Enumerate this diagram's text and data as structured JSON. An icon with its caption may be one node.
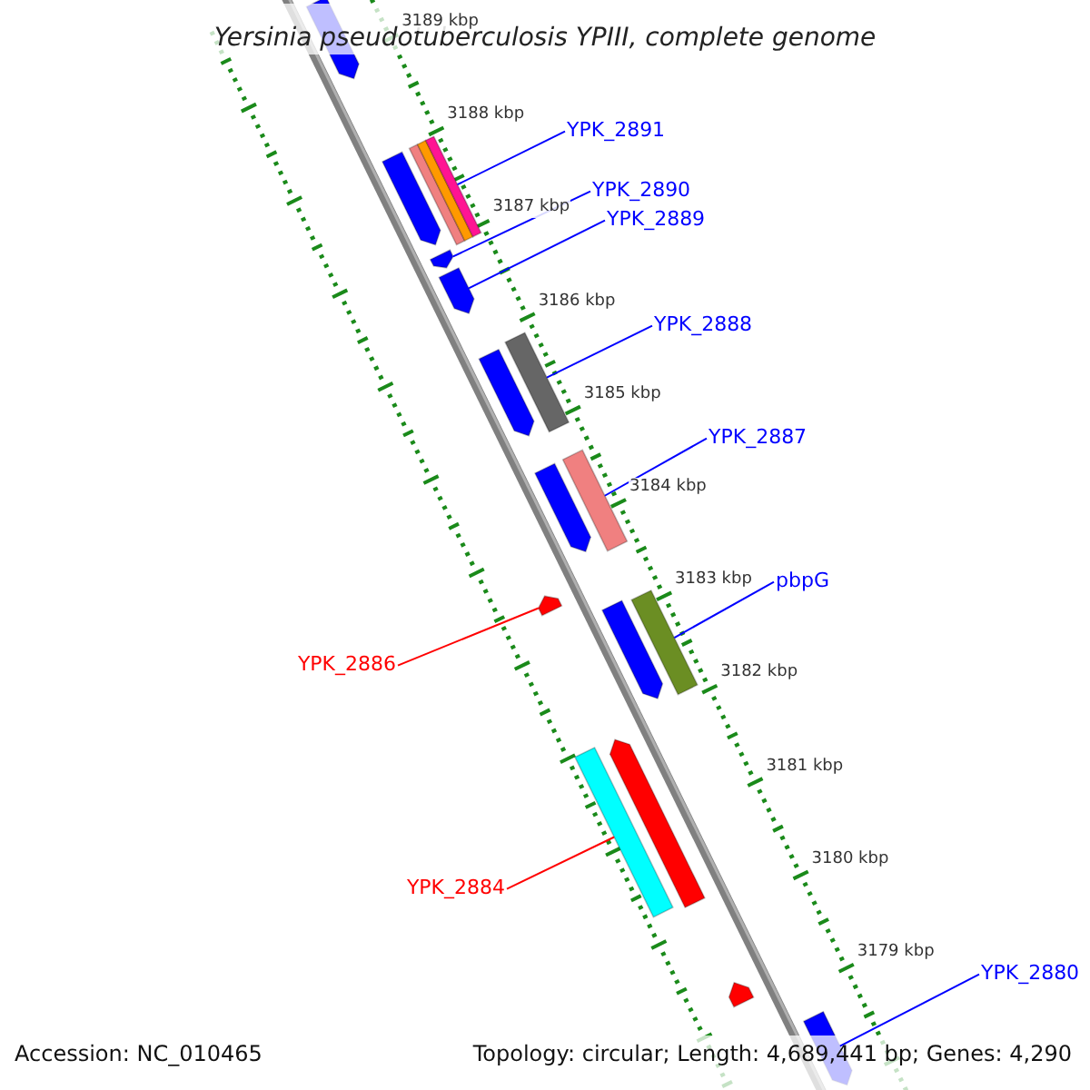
{
  "diagram": {
    "title": "Yersinia pseudotuberculosis YPIII, complete genome",
    "nodes": [
      {
        "text": [
          "YPK_2891"
        ]
      },
      {
        "text": [
          "YPK_2890"
        ]
      },
      {
        "text": [
          "YPK_2889"
        ]
      },
      {
        "text": [
          "YPK_2888"
        ]
      },
      {
        "text": [
          "YPK_2887"
        ]
      },
      {
        "text": [
          "pbpG"
        ]
      },
      {
        "text": [
          "YPK_2886"
        ]
      },
      {
        "text": [
          "YPK_2884"
        ]
      },
      {
        "text": [
          "YPK_2880"
        ]
      },
      {
        "text": [],
        "shape": "arrow"
      },
      {
        "text": [],
        "shape": "bar"
      },
      {
        "text": [],
        "shape": "bar"
      },
      {
        "text": [],
        "shape": "bar"
      },
      {
        "text": [],
        "shape": "arrow"
      },
      {
        "text": [],
        "shape": "arrow"
      },
      {
        "text": [],
        "shape": "arrow"
      },
      {
        "text": [],
        "shape": "bar"
      },
      {
        "text": [],
        "shape": "arrow"
      },
      {
        "text": [],
        "shape": "bar"
      },
      {
        "text": [],
        "shape": "arrow"
      },
      {
        "text": [],
        "shape": "arrow"
      },
      {
        "text": [],
        "shape": "bar"
      },
      {
        "text": [],
        "shape": "arrow"
      },
      {
        "text": [],
        "shape": "bar"
      },
      {
        "text": [],
        "shape": "arrow"
      },
      {
        "text": [],
        "shape": "arrow"
      },
      {
        "text": [],
        "shape": "arrow"
      }
    ],
    "edges": [
      {
        "from": 0,
        "to": 12,
        "arrow": "none"
      },
      {
        "from": 1,
        "to": 14,
        "arrow": "none"
      },
      {
        "from": 2,
        "to": 15,
        "arrow": "none"
      },
      {
        "from": 3,
        "to": 16,
        "arrow": "none"
      },
      {
        "from": 4,
        "to": 18,
        "arrow": "none"
      },
      {
        "from": 5,
        "to": 21,
        "arrow": "none"
      },
      {
        "from": 6,
        "to": 20,
        "arrow": "none",
        "color": "#ff0000"
      },
      {
        "from": 7,
        "to": 23,
        "arrow": "none",
        "color": "#ff0000"
      },
      {
        "from": 8,
        "to": 26,
        "arrow": "none"
      }
    ],
    "labels": [
      "3189 kbp",
      "3188 kbp",
      "3187 kbp",
      "3186 kbp",
      "3185 kbp",
      "3184 kbp",
      "3183 kbp",
      "3182 kbp",
      "3181 kbp",
      "3180 kbp",
      "3179 kbp",
      "Accession: NC_010465",
      "Topology: circular; Length: 4,689,441 bp; Genes: 4,290"
    ]
  }
}
